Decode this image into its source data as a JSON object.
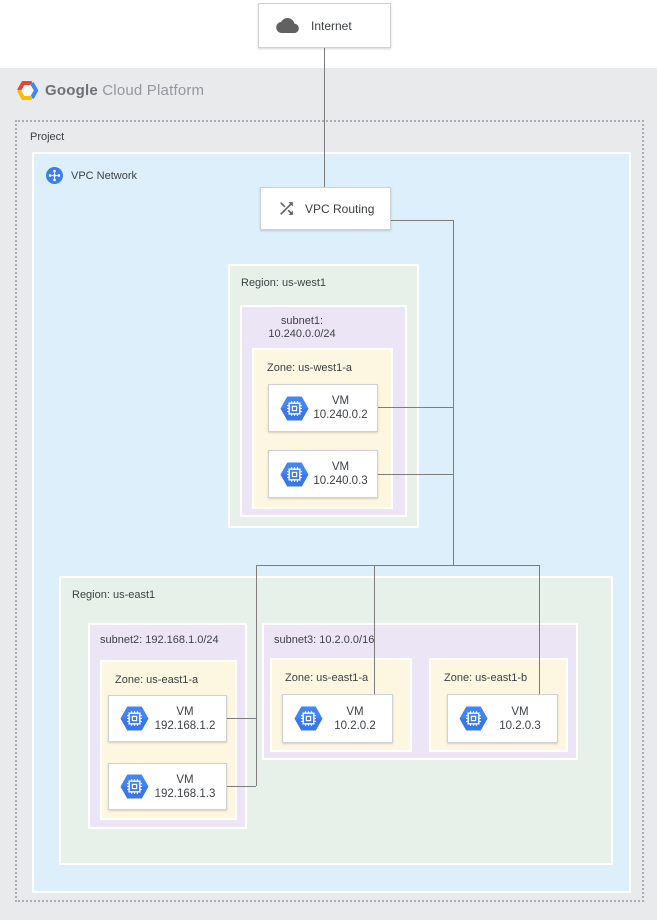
{
  "header": {
    "brand_bold": "Google",
    "brand_rest": "Cloud Platform"
  },
  "internet": {
    "label": "Internet"
  },
  "project": {
    "label": "Project"
  },
  "vpc": {
    "label": "VPC Network"
  },
  "routing": {
    "label": "VPC Routing"
  },
  "regions": {
    "west": {
      "label": "Region: us-west1",
      "subnet": {
        "line1": "subnet1:",
        "line2": "10.240.0.0/24"
      },
      "zone": {
        "label": "Zone: us-west1-a"
      }
    },
    "east": {
      "label": "Region: us-east1",
      "subnet2": {
        "label": "subnet2: 192.168.1.0/24"
      },
      "subnet3": {
        "label": "subnet3: 10.2.0.0/16"
      },
      "zone_a1": {
        "label": "Zone: us-east1-a"
      },
      "zone_a2": {
        "label": "Zone: us-east1-a"
      },
      "zone_b": {
        "label": "Zone: us-east1-b"
      }
    }
  },
  "vms": [
    {
      "name": "VM",
      "ip": "10.240.0.2"
    },
    {
      "name": "VM",
      "ip": "10.240.0.3"
    },
    {
      "name": "VM",
      "ip": "192.168.1.2"
    },
    {
      "name": "VM",
      "ip": "192.168.1.3"
    },
    {
      "name": "VM",
      "ip": "10.2.0.2"
    },
    {
      "name": "VM",
      "ip": "10.2.0.3"
    }
  ],
  "colors": {
    "canvas_gray": "#e8eaec",
    "vpc_blue": "#ddeffa",
    "region_green": "#e7f1e9",
    "subnet_purple": "#ebe5f6",
    "zone_yellow": "#fdf6e1",
    "line_gray": "#7d7d7d",
    "icon_blue": "#4285f4",
    "icon_gray": "#5f6368",
    "logo_red": "#ea4335",
    "logo_yellow": "#fbbc05",
    "logo_blue": "#4285f4"
  }
}
